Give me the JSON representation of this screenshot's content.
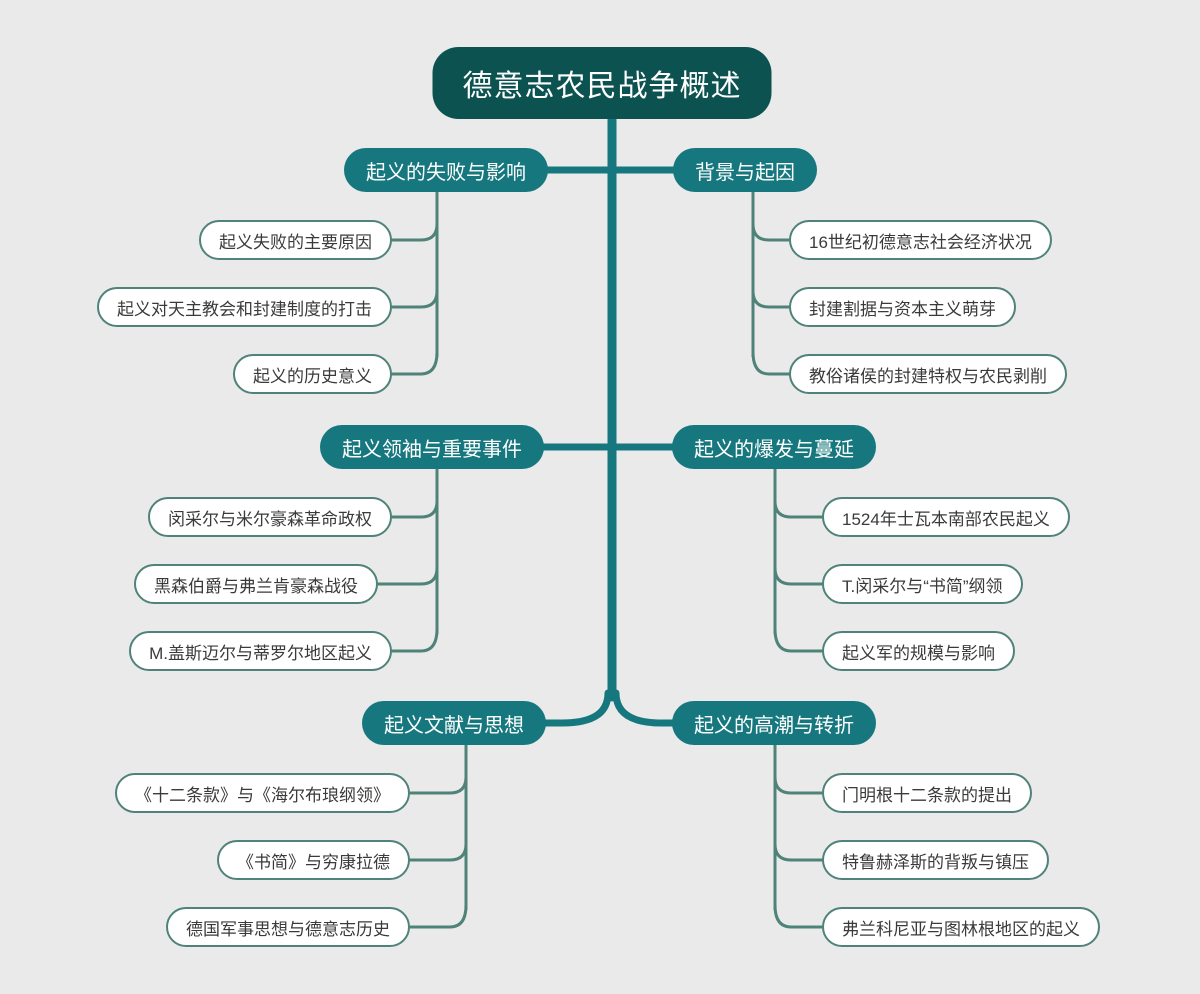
{
  "diagram": {
    "type": "mind-map",
    "background_color": "#eaeaea",
    "root_color": "#0b5250",
    "branch_color": "#16787e",
    "leaf_border_color": "#4f8279",
    "leaf_text_color": "#3a3a3a",
    "connector_color": "#16787e",
    "leaf_connector_color": "#4f8279"
  },
  "root": {
    "label": "德意志农民战争概述"
  },
  "branches": [
    {
      "id": "failure-impact",
      "side": "left",
      "label": "起义的失败与影响",
      "leaves": [
        {
          "label": "起义失败的主要原因"
        },
        {
          "label": "起义对天主教会和封建制度的打击"
        },
        {
          "label": "起义的历史意义"
        }
      ]
    },
    {
      "id": "background-causes",
      "side": "right",
      "label": "背景与起因",
      "leaves": [
        {
          "label": "16世纪初德意志社会经济状况"
        },
        {
          "label": "封建割据与资本主义萌芽"
        },
        {
          "label": "教俗诸侯的封建特权与农民剥削"
        }
      ]
    },
    {
      "id": "leaders-events",
      "side": "left",
      "label": "起义领袖与重要事件",
      "leaves": [
        {
          "label": "闵采尔与米尔豪森革命政权"
        },
        {
          "label": "黑森伯爵与弗兰肯豪森战役"
        },
        {
          "label": "M.盖斯迈尔与蒂罗尔地区起义"
        }
      ]
    },
    {
      "id": "outbreak-spread",
      "side": "right",
      "label": "起义的爆发与蔓延",
      "leaves": [
        {
          "label": "1524年士瓦本南部农民起义"
        },
        {
          "label": "T.闵采尔与“书简”纲领"
        },
        {
          "label": "起义军的规模与影响"
        }
      ]
    },
    {
      "id": "documents-thought",
      "side": "left",
      "label": "起义文献与思想",
      "leaves": [
        {
          "label": "《十二条款》与《海尔布琅纲领》"
        },
        {
          "label": "《书简》与穷康拉德"
        },
        {
          "label": "德国军事思想与德意志历史"
        }
      ]
    },
    {
      "id": "climax-turning-point",
      "side": "right",
      "label": "起义的高潮与转折",
      "leaves": [
        {
          "label": "门明根十二条款的提出"
        },
        {
          "label": "特鲁赫泽斯的背叛与镇压"
        },
        {
          "label": "弗兰科尼亚与图林根地区的起义"
        }
      ]
    }
  ]
}
